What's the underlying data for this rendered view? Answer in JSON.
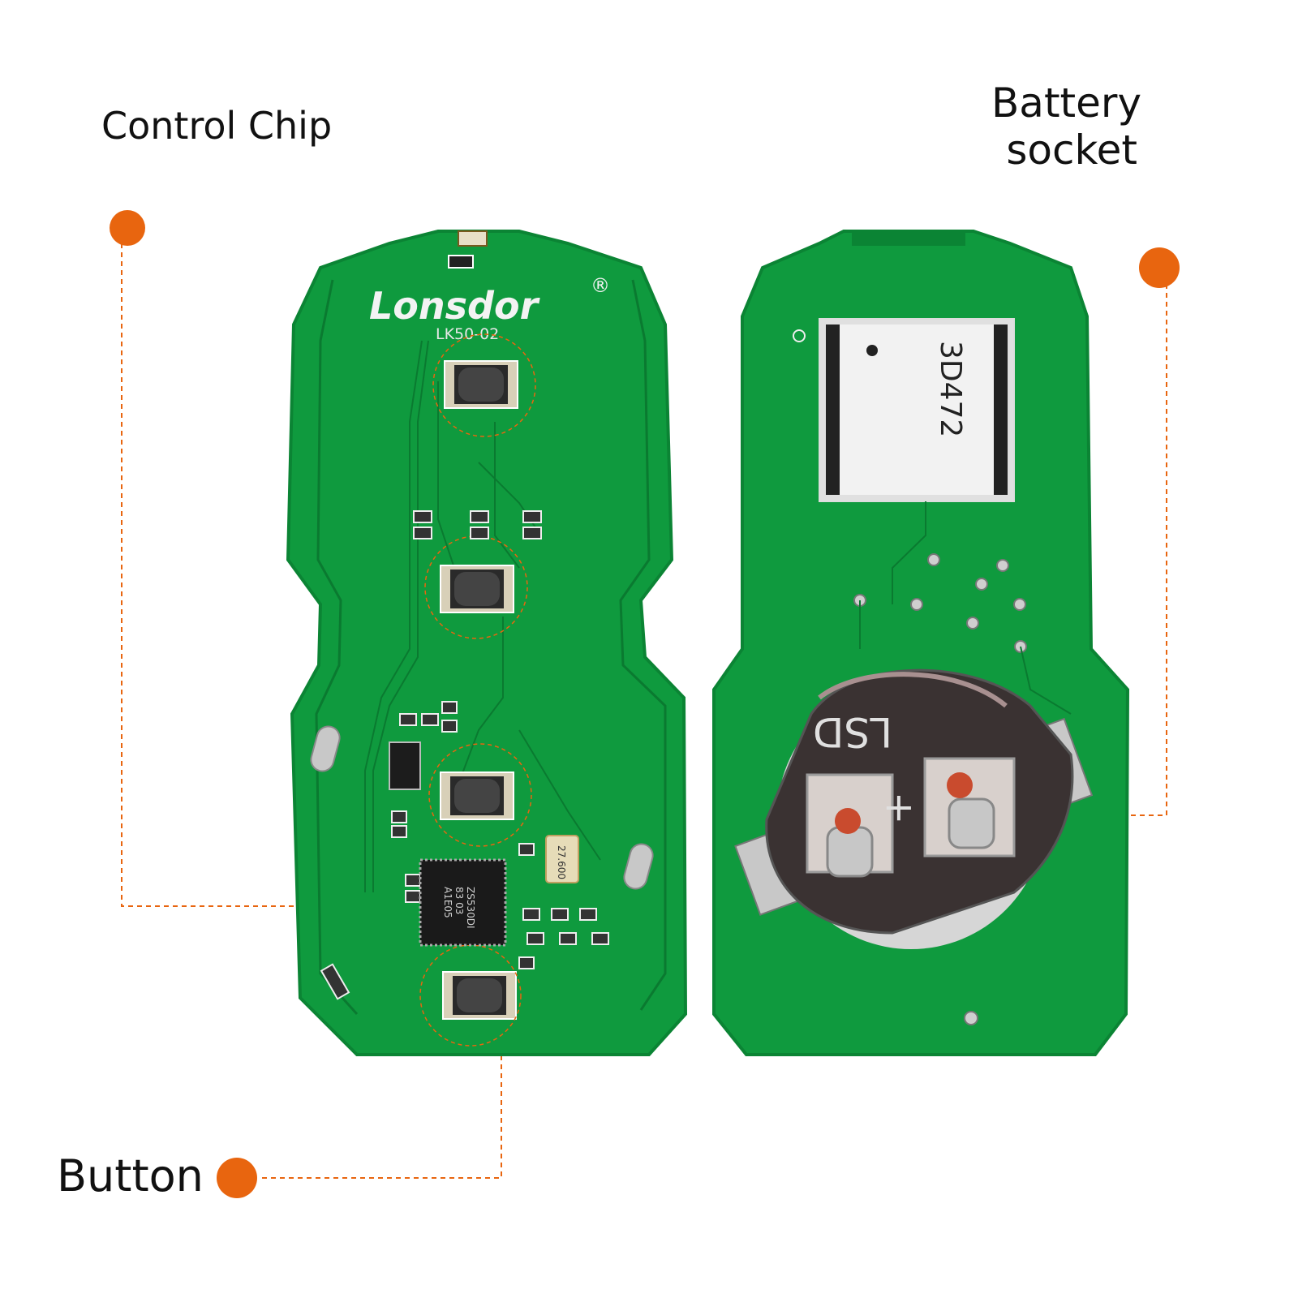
{
  "labels": {
    "control_chip": "Control Chip",
    "battery_line1": "Battery",
    "battery_line2": "socket",
    "button": "Button"
  },
  "board_markings": {
    "brand": "Lonsdor",
    "registered": "®",
    "model": "LK50-02",
    "crystal": "27.600",
    "chip_line1": "A1E05",
    "chip_line2": "83 03",
    "chip_line3": "ZS530DI",
    "coil": "3D472",
    "holder_stamp": "LSD",
    "holder_plus": "+"
  },
  "colors": {
    "pcb_green": "#0f9a3e",
    "pcb_dark": "#0a7a30",
    "callout_orange": "#e8650f",
    "metal": "#b9b9b9"
  }
}
